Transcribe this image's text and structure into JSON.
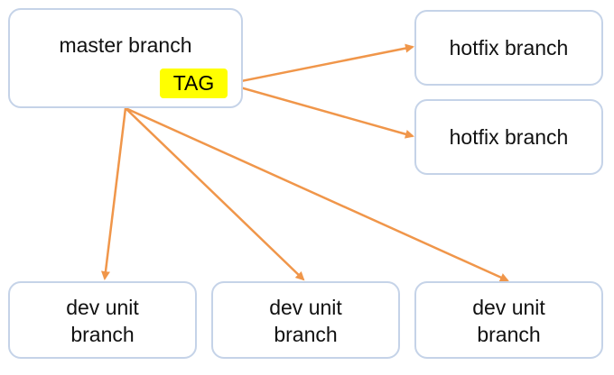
{
  "diagram": {
    "master": {
      "label": "master branch",
      "tag": "TAG"
    },
    "hotfixes": [
      {
        "label": "hotfix branch"
      },
      {
        "label": "hotfix branch"
      }
    ],
    "dev_units": [
      {
        "line1": "dev unit",
        "line2": "branch"
      },
      {
        "line1": "dev unit",
        "line2": "branch"
      },
      {
        "line1": "dev unit",
        "line2": "branch"
      }
    ],
    "edges": [
      {
        "from": "TAG",
        "to": "hotfix branch 1"
      },
      {
        "from": "TAG",
        "to": "hotfix branch 2"
      },
      {
        "from": "master branch",
        "to": "dev unit branch 1"
      },
      {
        "from": "master branch",
        "to": "dev unit branch 2"
      },
      {
        "from": "master branch",
        "to": "dev unit branch 3"
      }
    ],
    "colors": {
      "arrow": "#f0964a",
      "box_border": "#c5d3e8",
      "tag_fill": "#ffff00",
      "text": "#111111"
    }
  }
}
